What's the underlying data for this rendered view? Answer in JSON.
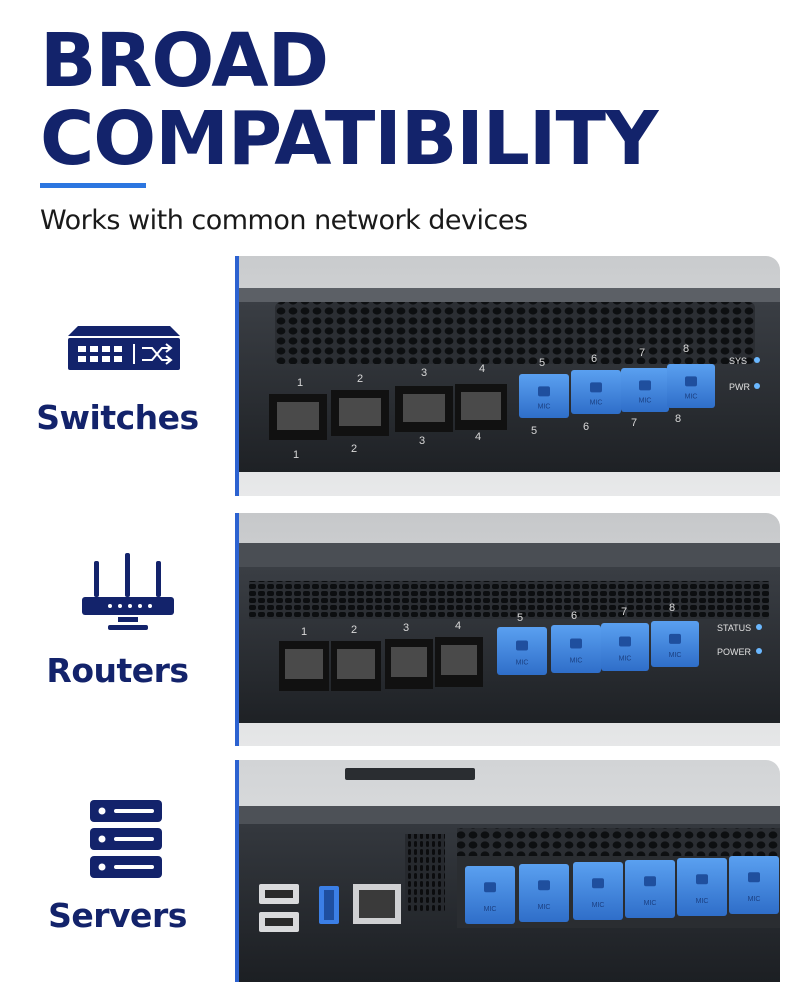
{
  "header": {
    "title_line1": "BROAD",
    "title_line2": "COMPATIBILITY",
    "subtitle": "Works with common network devices"
  },
  "colors": {
    "navy": "#13236b",
    "accent": "#2c76e0",
    "sfp_blue": "#3a82dd",
    "device_body": "#23272c"
  },
  "devices": [
    {
      "label": "Switches",
      "icon": "network-switch-icon",
      "ports": {
        "rj45_top": [
          "1",
          "2",
          "3",
          "4"
        ],
        "rj45_bottom": [
          "1",
          "2",
          "3",
          "4"
        ],
        "sfp_top": [
          "5",
          "6",
          "7",
          "8"
        ],
        "sfp_bottom": [
          "5",
          "6",
          "7",
          "8"
        ],
        "sfp_marking": "MIC"
      },
      "leds": [
        "SYS",
        "PWR"
      ]
    },
    {
      "label": "Routers",
      "icon": "wifi-router-icon",
      "ports": {
        "rj45_top": [
          "1",
          "2",
          "3",
          "4"
        ],
        "sfp_top": [
          "5",
          "6",
          "7",
          "8"
        ],
        "sfp_marking": "MIC"
      },
      "leds": [
        "STATUS",
        "POWER"
      ]
    },
    {
      "label": "Servers",
      "icon": "server-rack-icon",
      "ports": {
        "usb_count": 3,
        "rj45_count": 1,
        "sfp_count": 6,
        "sfp_marking": "MIC"
      },
      "leds": []
    }
  ]
}
